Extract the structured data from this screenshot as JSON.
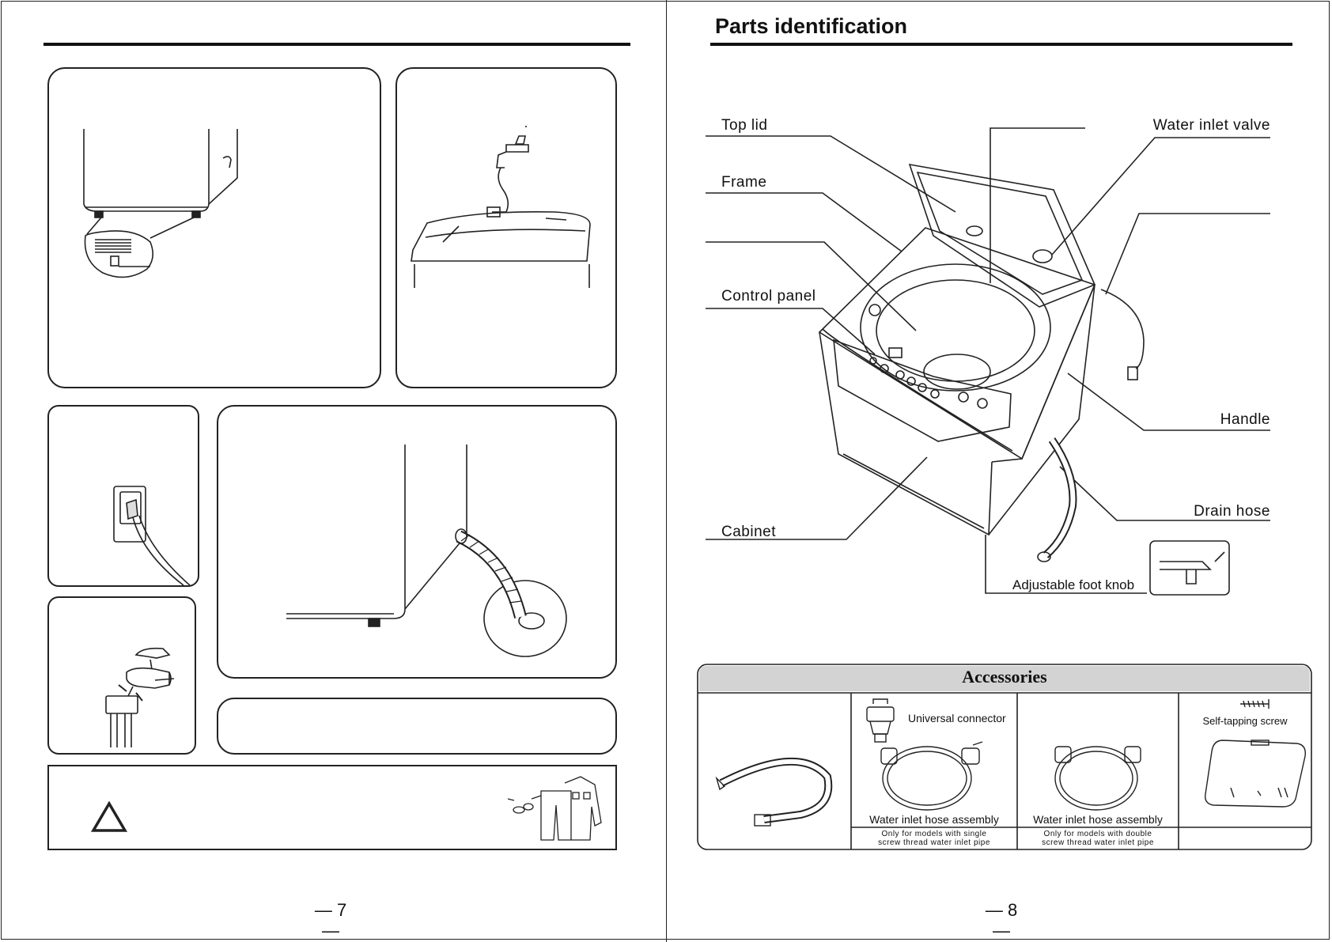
{
  "page_left": {
    "page_number": "7",
    "warning_icon": "warning-triangle-icon"
  },
  "page_right": {
    "title": "Parts identification",
    "page_number": "8",
    "labels": {
      "top_lid": "Top lid",
      "frame": "Frame",
      "control_panel": "Control panel",
      "cabinet": "Cabinet",
      "water_inlet_valve": "Water inlet valve",
      "handle": "Handle",
      "drain_hose": "Drain hose",
      "adjustable_foot_knob": "Adjustable foot knob"
    },
    "accessories": {
      "header": "Accessories",
      "items": {
        "universal_connector": "Universal connector",
        "hose_assembly_1": "Water inlet hose assembly",
        "hose_assembly_2": "Water inlet hose assembly",
        "self_tapping_screw": "Self-tapping screw"
      },
      "notes": {
        "single_1": "Only for models with single",
        "single_2": "screw thread water inlet pipe",
        "double_1": "Only for models with double",
        "double_2": "screw thread water inlet pipe"
      }
    }
  }
}
